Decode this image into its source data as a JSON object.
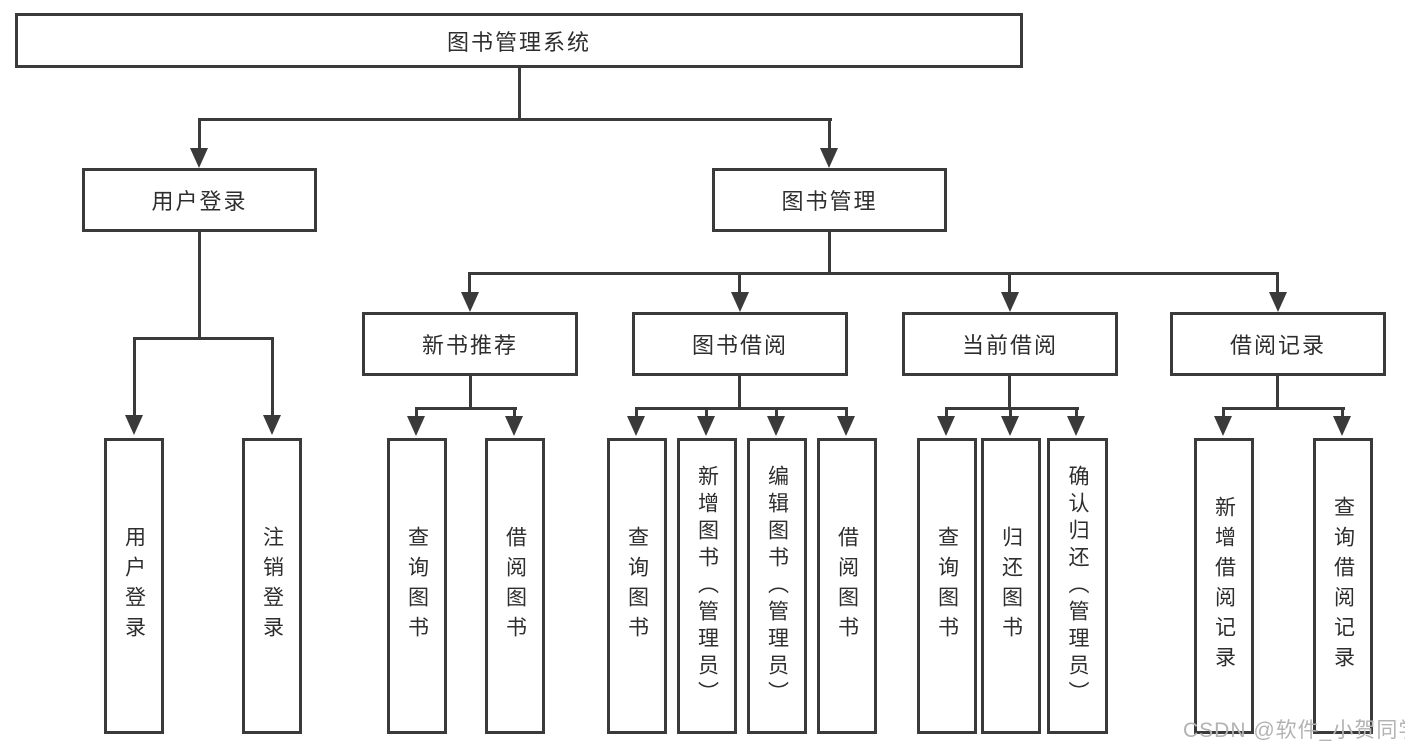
{
  "page": {
    "background": "#ffffff"
  },
  "colors": {
    "line": "#3a3a3a",
    "node_border": "#3a3a3a",
    "node_text": "#2e2e2e",
    "watermark_text": "#b3b3b3"
  },
  "watermark": "CSDN @软件_小贺同学",
  "tree": {
    "label": "图书管理系统",
    "children": [
      {
        "label": "用户登录",
        "children": [
          {
            "label": "用户登录"
          },
          {
            "label": "注销登录"
          }
        ]
      },
      {
        "label": "图书管理",
        "children": [
          {
            "label": "新书推荐",
            "children": [
              {
                "label": "查询图书"
              },
              {
                "label": "借阅图书"
              }
            ]
          },
          {
            "label": "图书借阅",
            "children": [
              {
                "label": "查询图书"
              },
              {
                "label": "新增图书（管理员）"
              },
              {
                "label": "编辑图书（管理员）"
              },
              {
                "label": "借阅图书"
              }
            ]
          },
          {
            "label": "当前借阅",
            "children": [
              {
                "label": "查询图书"
              },
              {
                "label": "归还图书"
              },
              {
                "label": "确认归还（管理员）"
              }
            ]
          },
          {
            "label": "借阅记录",
            "children": [
              {
                "label": "新增借阅记录"
              },
              {
                "label": "查询借阅记录"
              }
            ]
          }
        ]
      }
    ]
  }
}
